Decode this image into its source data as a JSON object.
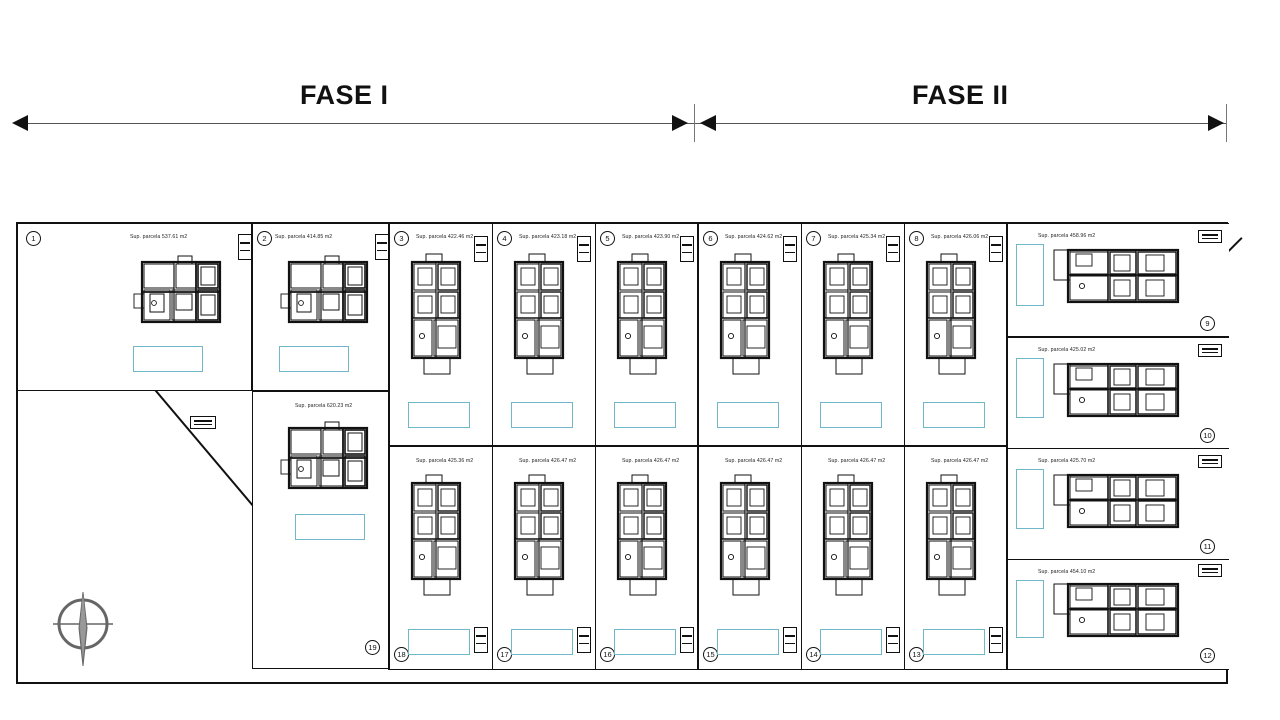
{
  "document": {
    "type": "architectural-site-plan",
    "title_phases": [
      "FASE I",
      "FASE II"
    ]
  },
  "header": {
    "phase_1": "FASE I",
    "phase_2": "FASE II"
  },
  "area_unit": "m2",
  "area_prefix": "Sup. parcela",
  "plots": [
    {
      "number": "1",
      "area_label": "Sup. parcela 537.61 m2"
    },
    {
      "number": "2",
      "area_label": "Sup. parcela 414.85 m2"
    },
    {
      "number": "3",
      "area_label": "Sup. parcela 422.46 m2"
    },
    {
      "number": "4",
      "area_label": "Sup. parcela 423.18 m2"
    },
    {
      "number": "5",
      "area_label": "Sup. parcela 423.90 m2"
    },
    {
      "number": "6",
      "area_label": "Sup. parcela 424.62 m2"
    },
    {
      "number": "7",
      "area_label": "Sup. parcela 425.34 m2"
    },
    {
      "number": "8",
      "area_label": "Sup. parcela 426.06 m2"
    },
    {
      "number": "9",
      "area_label": "Sup. parcela 458.96 m2"
    },
    {
      "number": "10",
      "area_label": "Sup. parcela 425.02 m2"
    },
    {
      "number": "11",
      "area_label": "Sup. parcela 425.70 m2"
    },
    {
      "number": "12",
      "area_label": "Sup. parcela 454.10 m2"
    },
    {
      "number": "13",
      "area_label": "Sup. parcela 426.47 m2"
    },
    {
      "number": "14",
      "area_label": "Sup. parcela 426.47 m2"
    },
    {
      "number": "15",
      "area_label": "Sup. parcela 426.47 m2"
    },
    {
      "number": "16",
      "area_label": "Sup. parcela 426.47 m2"
    },
    {
      "number": "17",
      "area_label": "Sup. parcela 426.47 m2"
    },
    {
      "number": "18",
      "area_label": "Sup. parcela 425.36 m2"
    },
    {
      "number": "19",
      "area_label": "Sup. parcela 620.23 m2"
    }
  ],
  "legend": {
    "compass": "north-arrow"
  },
  "colors": {
    "line": "#111111",
    "pool": "#6fb7c9",
    "paper": "#ffffff",
    "dimension": "#555555"
  }
}
